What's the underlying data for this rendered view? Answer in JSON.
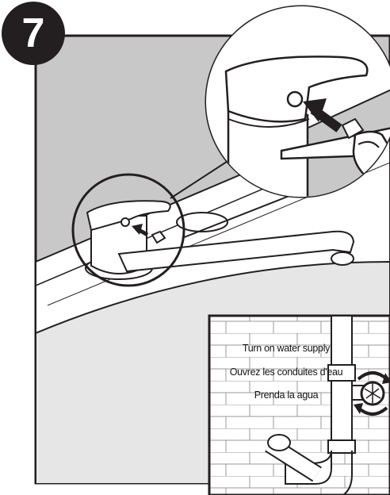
{
  "step": {
    "number": "7"
  },
  "captions": {
    "english": "Turn on water supply",
    "french": "Ouvrez les conduites d'eau",
    "spanish": "Prenda la agua"
  },
  "colors": {
    "background_gray": "#c8c8c8",
    "outline": "#231f20",
    "white": "#ffffff",
    "light_gray": "#e6e6e6"
  },
  "icons": {
    "press_arrow": "arrow-icon",
    "rotate": "rotate-arrows-icon"
  }
}
